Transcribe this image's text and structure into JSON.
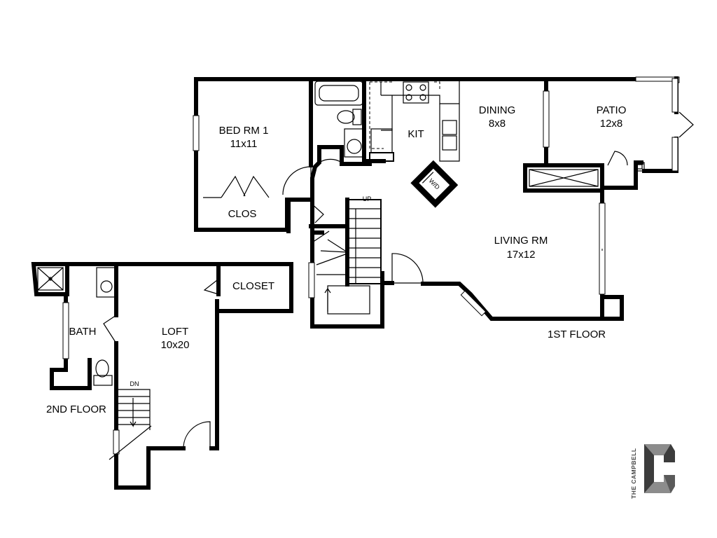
{
  "rooms": {
    "bed_rm": {
      "name": "BED RM 1",
      "size": "11x11"
    },
    "closet_bed": {
      "name": "CLOS"
    },
    "kitchen": {
      "name": "KIT"
    },
    "dining": {
      "name": "DINING",
      "size": "8x8"
    },
    "patio": {
      "name": "PATIO",
      "size": "12x8"
    },
    "living": {
      "name": "LIVING RM",
      "size": "17x12"
    },
    "washer_dryer": {
      "name": "W/D"
    },
    "stairs_up": {
      "name": "UP"
    },
    "bath": {
      "name": "BATH"
    },
    "loft": {
      "name": "LOFT",
      "size": "10x20"
    },
    "loft_closet": {
      "name": "CLOSET"
    },
    "stairs_down": {
      "name": "DN"
    }
  },
  "floors": {
    "first": "1ST FLOOR",
    "second": "2ND FLOOR"
  },
  "brand": {
    "name": "THE CAMPBELL",
    "letter": "C",
    "colors": {
      "light": "#8c8c8c",
      "dark": "#3c3c3c"
    }
  }
}
